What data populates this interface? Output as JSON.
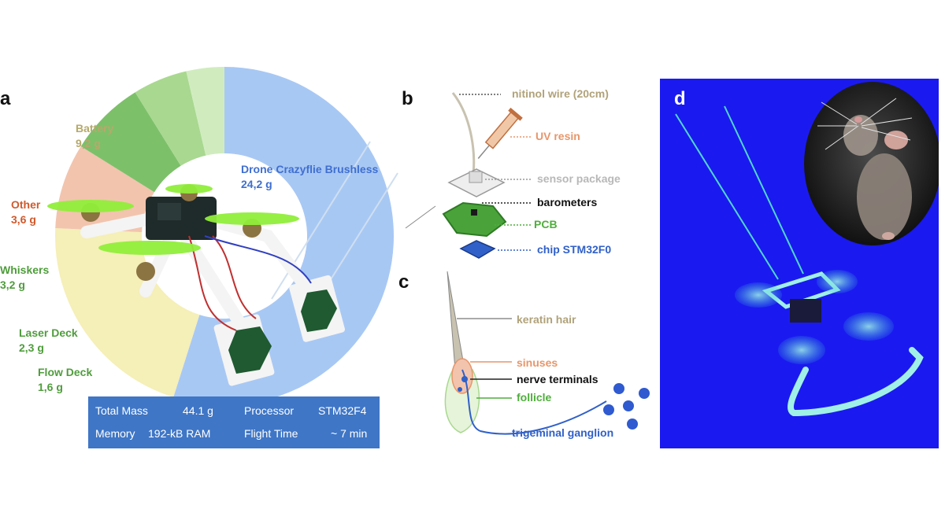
{
  "panel_a": {
    "letter": "a",
    "chart_data": {
      "type": "pie",
      "style": "donut",
      "title": "",
      "slices": [
        {
          "name": "Drone Crazyflie Brushless",
          "value_label": "24,2 g",
          "value": 24.2,
          "color": "#a8c8f4",
          "label_color": "#3f6fd0"
        },
        {
          "name": "Battery",
          "value_label": "9,2 g",
          "value": 9.2,
          "color": "#f5efb8",
          "label_color": "#b6a96b"
        },
        {
          "name": "Other",
          "value_label": "3,6 g",
          "value": 3.6,
          "color": "#f2c4ae",
          "label_color": "#d05a2c"
        },
        {
          "name": "Whiskers",
          "value_label": "3,2 g",
          "value": 3.2,
          "color": "#7dc06a",
          "label_color": "#4f9d3c"
        },
        {
          "name": "Laser Deck",
          "value_label": "2,3 g",
          "value": 2.3,
          "color": "#a9d890",
          "label_color": "#4f9d3c"
        },
        {
          "name": "Flow Deck",
          "value_label": "1,6 g",
          "value": 1.6,
          "color": "#d0ecbf",
          "label_color": "#4f9d3c"
        }
      ]
    },
    "specs": {
      "total_mass_label": "Total Mass",
      "total_mass_value": "44.1 g",
      "processor_label": "Processor",
      "processor_value": "STM32F4",
      "memory_label": "Memory",
      "memory_value": "192-kB RAM",
      "flight_time_label": "Flight Time",
      "flight_time_value": "~ 7 min"
    }
  },
  "panel_b": {
    "letter": "b",
    "labels": {
      "nitinol": "nitinol wire (20cm)",
      "uv_resin": "UV resin",
      "sensor_package": "sensor package",
      "barometers": "barometers",
      "pcb": "PCB",
      "chip": "chip STM32F0"
    }
  },
  "panel_c": {
    "letter": "c",
    "labels": {
      "keratin": "keratin hair",
      "sinuses": "sinuses",
      "nerve_terminals": "nerve terminals",
      "follicle": "follicle",
      "ganglion": "trigeminal ganglion"
    }
  },
  "panel_d": {
    "letter": "d"
  },
  "colors": {
    "tan": "#b0a27a",
    "orange": "#e8966a",
    "grey": "#b8b8b8",
    "green": "#4fae3c",
    "blue": "#3060c8",
    "panel_d_bg": "#1a1af0"
  }
}
